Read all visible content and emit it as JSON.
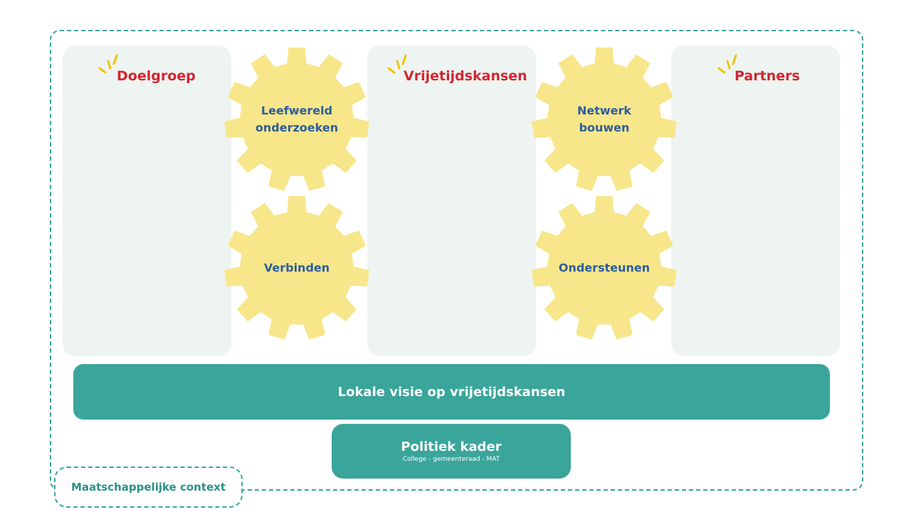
{
  "columns": [
    {
      "title": "Doelgroep"
    },
    {
      "title": "Vrijetijdskansen"
    },
    {
      "title": "Partners"
    }
  ],
  "gears": [
    {
      "label": "Leefwereld\nonderzoeken"
    },
    {
      "label": "Verbinden"
    },
    {
      "label": "Netwerk\nbouwen"
    },
    {
      "label": "Ondersteunen"
    }
  ],
  "vision_bar": {
    "label": "Lokale visie op vrijetijdskansen"
  },
  "politiek": {
    "title": "Politiek kader",
    "subtitle": "College - gemeenteraad - MAT"
  },
  "context": {
    "label": "Maatschappelijke context"
  },
  "colors": {
    "teal": "#3aa59b",
    "column_bg": "#eef4f2",
    "gear": "#f7e68a",
    "title_red": "#d22630",
    "gear_text": "#2d5d9c",
    "spark": "#f2c200"
  },
  "icons": {
    "spark": "spark-icon",
    "gear": "gear-icon"
  }
}
